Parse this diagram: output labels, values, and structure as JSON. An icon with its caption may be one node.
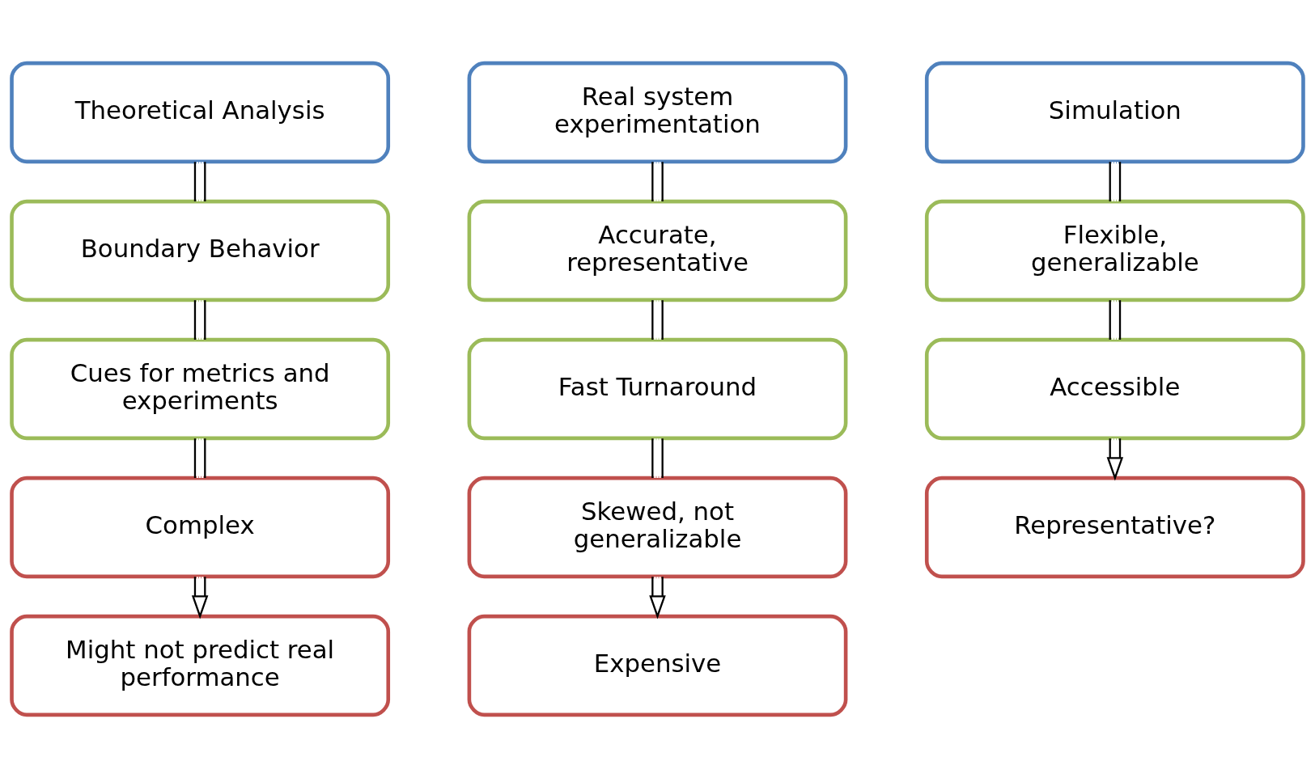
{
  "diagram": {
    "nodes": [
      {
        "text": [
          "Theoretical Analysis"
        ]
      },
      {
        "text": [
          "Boundary Behavior"
        ]
      },
      {
        "text": [
          "Cues for metrics and experiments"
        ]
      },
      {
        "text": [
          "Complex"
        ]
      },
      {
        "text": [
          "Might not predict real performance"
        ]
      },
      {
        "text": [
          "Real system experimentation"
        ]
      },
      {
        "text": [
          "Accurate, representative"
        ]
      },
      {
        "text": [
          "Fast Turnaround"
        ]
      },
      {
        "text": [
          "Skewed, not generalizable"
        ]
      },
      {
        "text": [
          "Expensive"
        ]
      },
      {
        "text": [
          "Simulation"
        ]
      },
      {
        "text": [
          "Flexible, generalizable"
        ]
      },
      {
        "text": [
          "Accessible"
        ]
      },
      {
        "text": [
          "Representative?"
        ]
      }
    ],
    "edges": [
      {
        "from": 0,
        "to": 1,
        "arrow": "none"
      },
      {
        "from": 1,
        "to": 2,
        "arrow": "none"
      },
      {
        "from": 2,
        "to": 3,
        "arrow": "none"
      },
      {
        "from": 3,
        "to": 4,
        "arrow": "to"
      },
      {
        "from": 5,
        "to": 6,
        "arrow": "none"
      },
      {
        "from": 6,
        "to": 7,
        "arrow": "none"
      },
      {
        "from": 7,
        "to": 8,
        "arrow": "none"
      },
      {
        "from": 8,
        "to": 9,
        "arrow": "to"
      },
      {
        "from": 10,
        "to": 11,
        "arrow": "none"
      },
      {
        "from": 11,
        "to": 12,
        "arrow": "none"
      },
      {
        "from": 12,
        "to": 13,
        "arrow": "to"
      }
    ]
  }
}
